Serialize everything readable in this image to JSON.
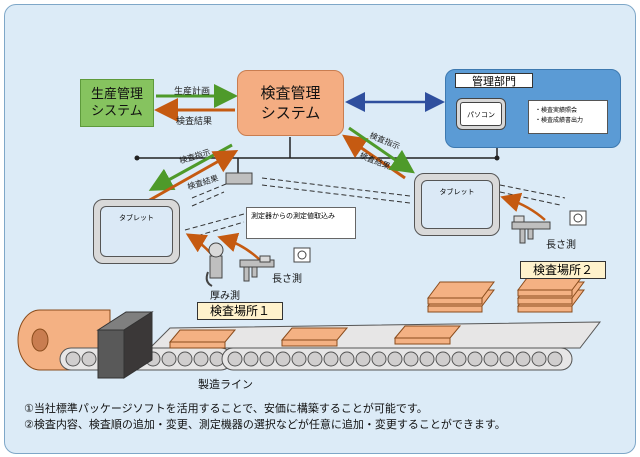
{
  "production_system": {
    "line1": "生産管理",
    "line2": "システム"
  },
  "inspection_system": {
    "line1": "検査管理",
    "line2": "システム"
  },
  "management_department": {
    "title": "管理部門",
    "pc_label": "パソコン",
    "items": [
      "・検査実績照会",
      "・検査成績書出力"
    ]
  },
  "flows": {
    "production_plan": "生産計画",
    "inspection_result_left": "検査結果",
    "inspection_instruction_left": "検査指示",
    "inspection_result_down_left": "検査結果",
    "inspection_instruction_right": "検査指示",
    "inspection_result_right": "検査結果"
  },
  "tablets": {
    "left": "タブレット",
    "right": "タブレット"
  },
  "measurement_note": "測定器からの測定値取込み",
  "tools": {
    "thickness": "厚み測",
    "length_left": "長さ測",
    "length_right": "長さ測"
  },
  "places": {
    "place1": "検査場所１",
    "place2": "検査場所２"
  },
  "production_line": "製造ライン",
  "footnotes": [
    "①当社標準パッケージソフトを活用することで、安価に構築することが可能です。",
    "②検査内容、検査順の追加・変更、測定機器の選択などが任意に追加・変更することができます。"
  ],
  "colors": {
    "background": "#dcebf7",
    "production_system": "#86c35f",
    "inspection_system": "#f4ad82",
    "management": "#5b9bd5",
    "arrow_green": "#4e9a2a",
    "arrow_orange": "#c55a11",
    "arrow_blue": "#2f4f9e",
    "product": "#f4b183",
    "conveyor": "#e7e6e6"
  }
}
